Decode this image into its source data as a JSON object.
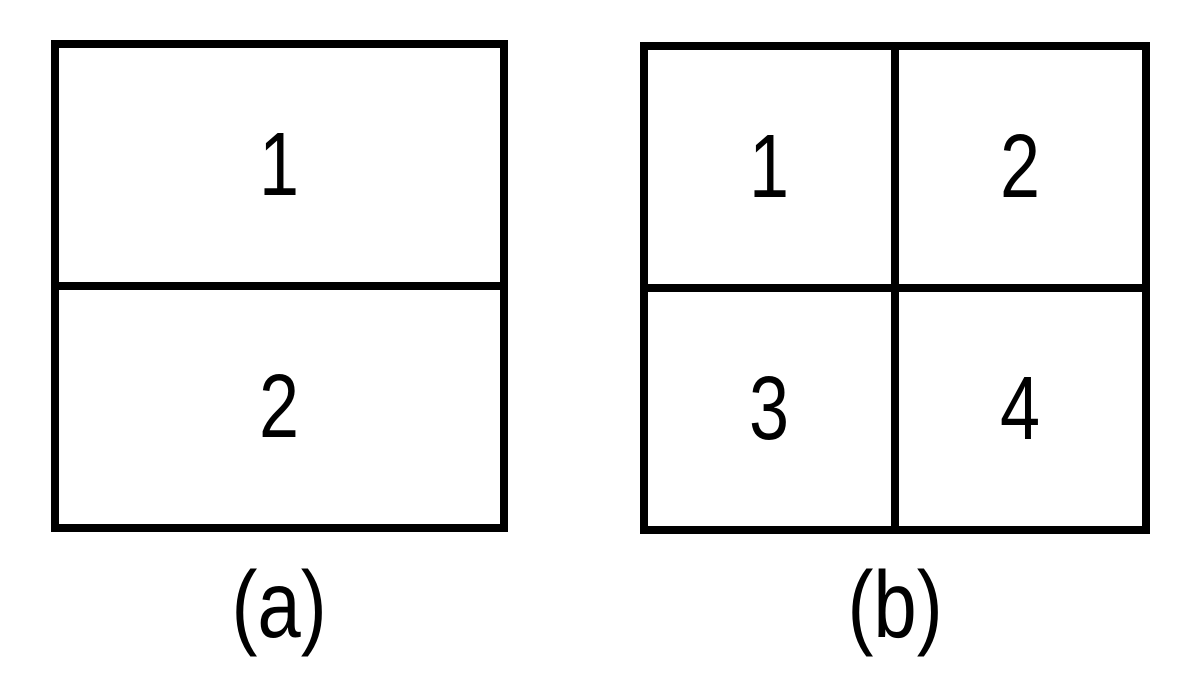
{
  "figure": {
    "background_color": "#ffffff",
    "line_color": "#000000",
    "panels": [
      {
        "id": "a",
        "caption": "(a)",
        "structure": "rectangle divided into 2 stacked horizontal cells",
        "cells": [
          {
            "label": "1"
          },
          {
            "label": "2"
          }
        ]
      },
      {
        "id": "b",
        "caption": "(b)",
        "structure": "square divided into 2x2 grid of cells",
        "cells": [
          {
            "label": "1"
          },
          {
            "label": "2"
          },
          {
            "label": "3"
          },
          {
            "label": "4"
          }
        ]
      }
    ]
  }
}
